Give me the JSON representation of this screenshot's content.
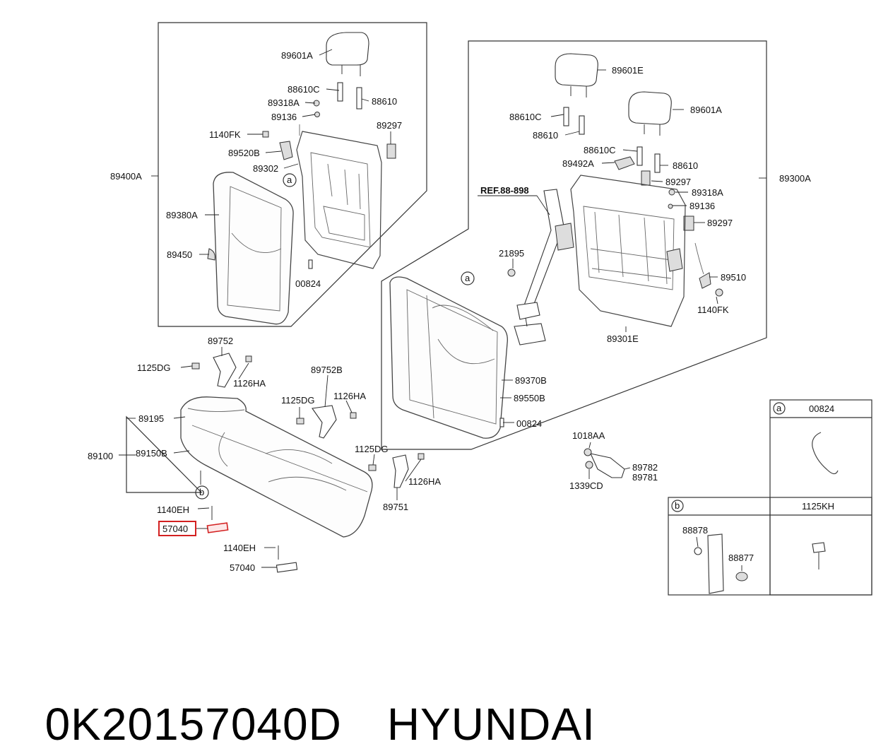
{
  "diagram": {
    "left_group": {
      "assembly": "89400A",
      "labels": [
        "89601A",
        "88610C",
        "89318A",
        "88610",
        "89136",
        "89297",
        "1140FK",
        "89520B",
        "89302",
        "89380A",
        "89450",
        "00824"
      ],
      "callout": "a"
    },
    "right_group": {
      "assembly": "89300A",
      "ref": "REF.88-898",
      "labels": [
        "89601E",
        "88610C",
        "88610",
        "89601A",
        "88610C",
        "89492A",
        "88610",
        "89297",
        "89318A",
        "89136",
        "89297",
        "21895",
        "89510",
        "1140FK",
        "89301E",
        "89370B",
        "89550B",
        "00824"
      ],
      "callout": "a"
    },
    "cushion_group": {
      "assembly": "89100",
      "labels": [
        "89752",
        "1125DG",
        "1126HA",
        "89752B",
        "1125DG",
        "1126HA",
        "89195",
        "89150B",
        "1125DG",
        "1126HA",
        "89751",
        "1140EH",
        "57040",
        "1140EH",
        "57040"
      ],
      "highlighted": "57040",
      "callout": "b"
    },
    "bracket_group": {
      "labels": [
        "1018AA",
        "89782",
        "89781",
        "1339CD"
      ]
    },
    "legend": [
      {
        "letter": "a",
        "part": "00824",
        "labels": []
      },
      {
        "letter": "b",
        "part": "1125KH",
        "labels": [
          "88878",
          "88877"
        ]
      }
    ],
    "highlight_color": "#d32020"
  },
  "caption": {
    "part_number": "0K20157040D",
    "brand": "HYUNDAI"
  }
}
